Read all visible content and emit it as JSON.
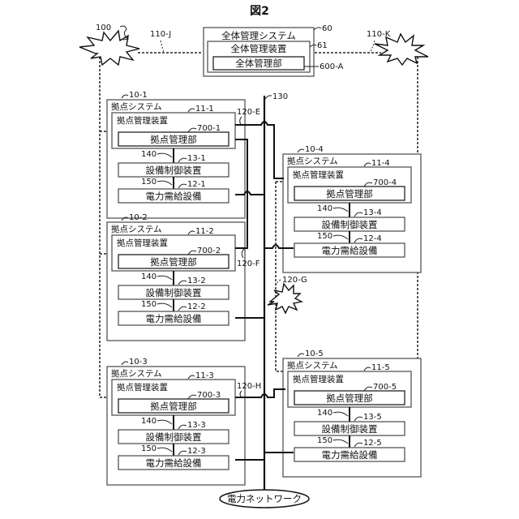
{
  "figure": {
    "title": "図2",
    "system_ref": "100",
    "network_label": "電力ネットワーク",
    "bus_ref": "130"
  },
  "central": {
    "system_label": "全体管理システム",
    "system_ref": "60",
    "device_label": "全体管理装置",
    "device_ref": "61",
    "unit_label": "全体管理部",
    "unit_ref": "600-A"
  },
  "comm_links": {
    "left_ref": "110-J",
    "right_ref": "110-K"
  },
  "power_links": {
    "e_ref": "120-E",
    "f_ref": "120-F",
    "g_ref": "120-G",
    "h_ref": "120-H"
  },
  "sites": [
    {
      "system_label": "拠点システム",
      "system_ref": "10-1",
      "device_label": "拠点管理装置",
      "device_ref": "11-1",
      "unit_label": "拠点管理部",
      "unit_ref": "700-1",
      "link140": "140",
      "control_label": "設備制御装置",
      "control_ref": "13-1",
      "link150": "150",
      "power_label": "電力需給設備",
      "power_ref": "12-1"
    },
    {
      "system_label": "拠点システム",
      "system_ref": "10-2",
      "device_label": "拠点管理装置",
      "device_ref": "11-2",
      "unit_label": "拠点管理部",
      "unit_ref": "700-2",
      "link140": "140",
      "control_label": "設備制御装置",
      "control_ref": "13-2",
      "link150": "150",
      "power_label": "電力需給設備",
      "power_ref": "12-2"
    },
    {
      "system_label": "拠点システム",
      "system_ref": "10-3",
      "device_label": "拠点管理装置",
      "device_ref": "11-3",
      "unit_label": "拠点管理部",
      "unit_ref": "700-3",
      "link140": "140",
      "control_label": "設備制御装置",
      "control_ref": "13-3",
      "link150": "150",
      "power_label": "電力需給設備",
      "power_ref": "12-3"
    },
    {
      "system_label": "拠点システム",
      "system_ref": "10-4",
      "device_label": "拠点管理装置",
      "device_ref": "11-4",
      "unit_label": "拠点管理部",
      "unit_ref": "700-4",
      "link140": "140",
      "control_label": "設備制御装置",
      "control_ref": "13-4",
      "link150": "150",
      "power_label": "電力需給設備",
      "power_ref": "12-4"
    },
    {
      "system_label": "拠点システム",
      "system_ref": "10-5",
      "device_label": "拠点管理装置",
      "device_ref": "11-5",
      "unit_label": "拠点管理部",
      "unit_ref": "700-5",
      "link140": "140",
      "control_label": "設備制御装置",
      "control_ref": "13-5",
      "link150": "150",
      "power_label": "電力需給設備",
      "power_ref": "12-5"
    }
  ]
}
